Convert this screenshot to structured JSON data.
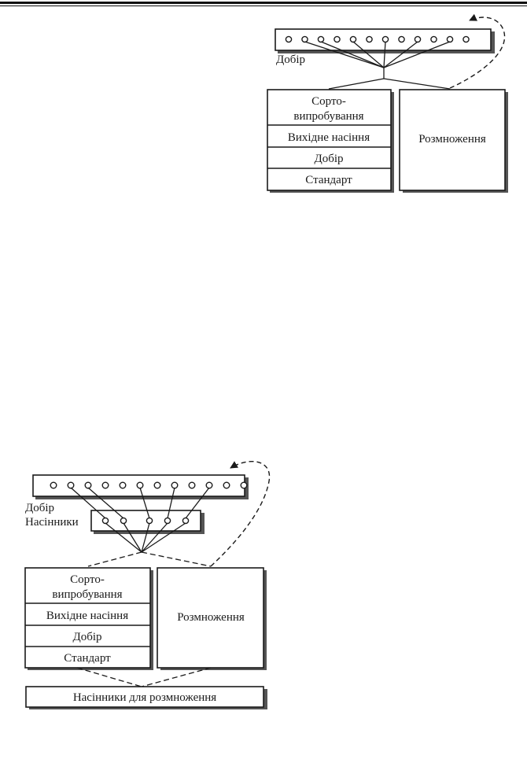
{
  "diagram_top": {
    "selection_label": "Добір",
    "stack": [
      "Сорто-",
      "випробування",
      "Вихідне насіння",
      "Добір",
      "Стандарт"
    ],
    "multiplication": "Розмноження"
  },
  "diagram_bottom": {
    "selection_label": "Добір",
    "seed_plants_label": "Насінники",
    "stack": [
      "Сорто-",
      "випробування",
      "Вихідне насіння",
      "Добір",
      "Стандарт"
    ],
    "multiplication": "Розмноження",
    "seeds_for_multiplication": "Насінники для розмноження"
  }
}
